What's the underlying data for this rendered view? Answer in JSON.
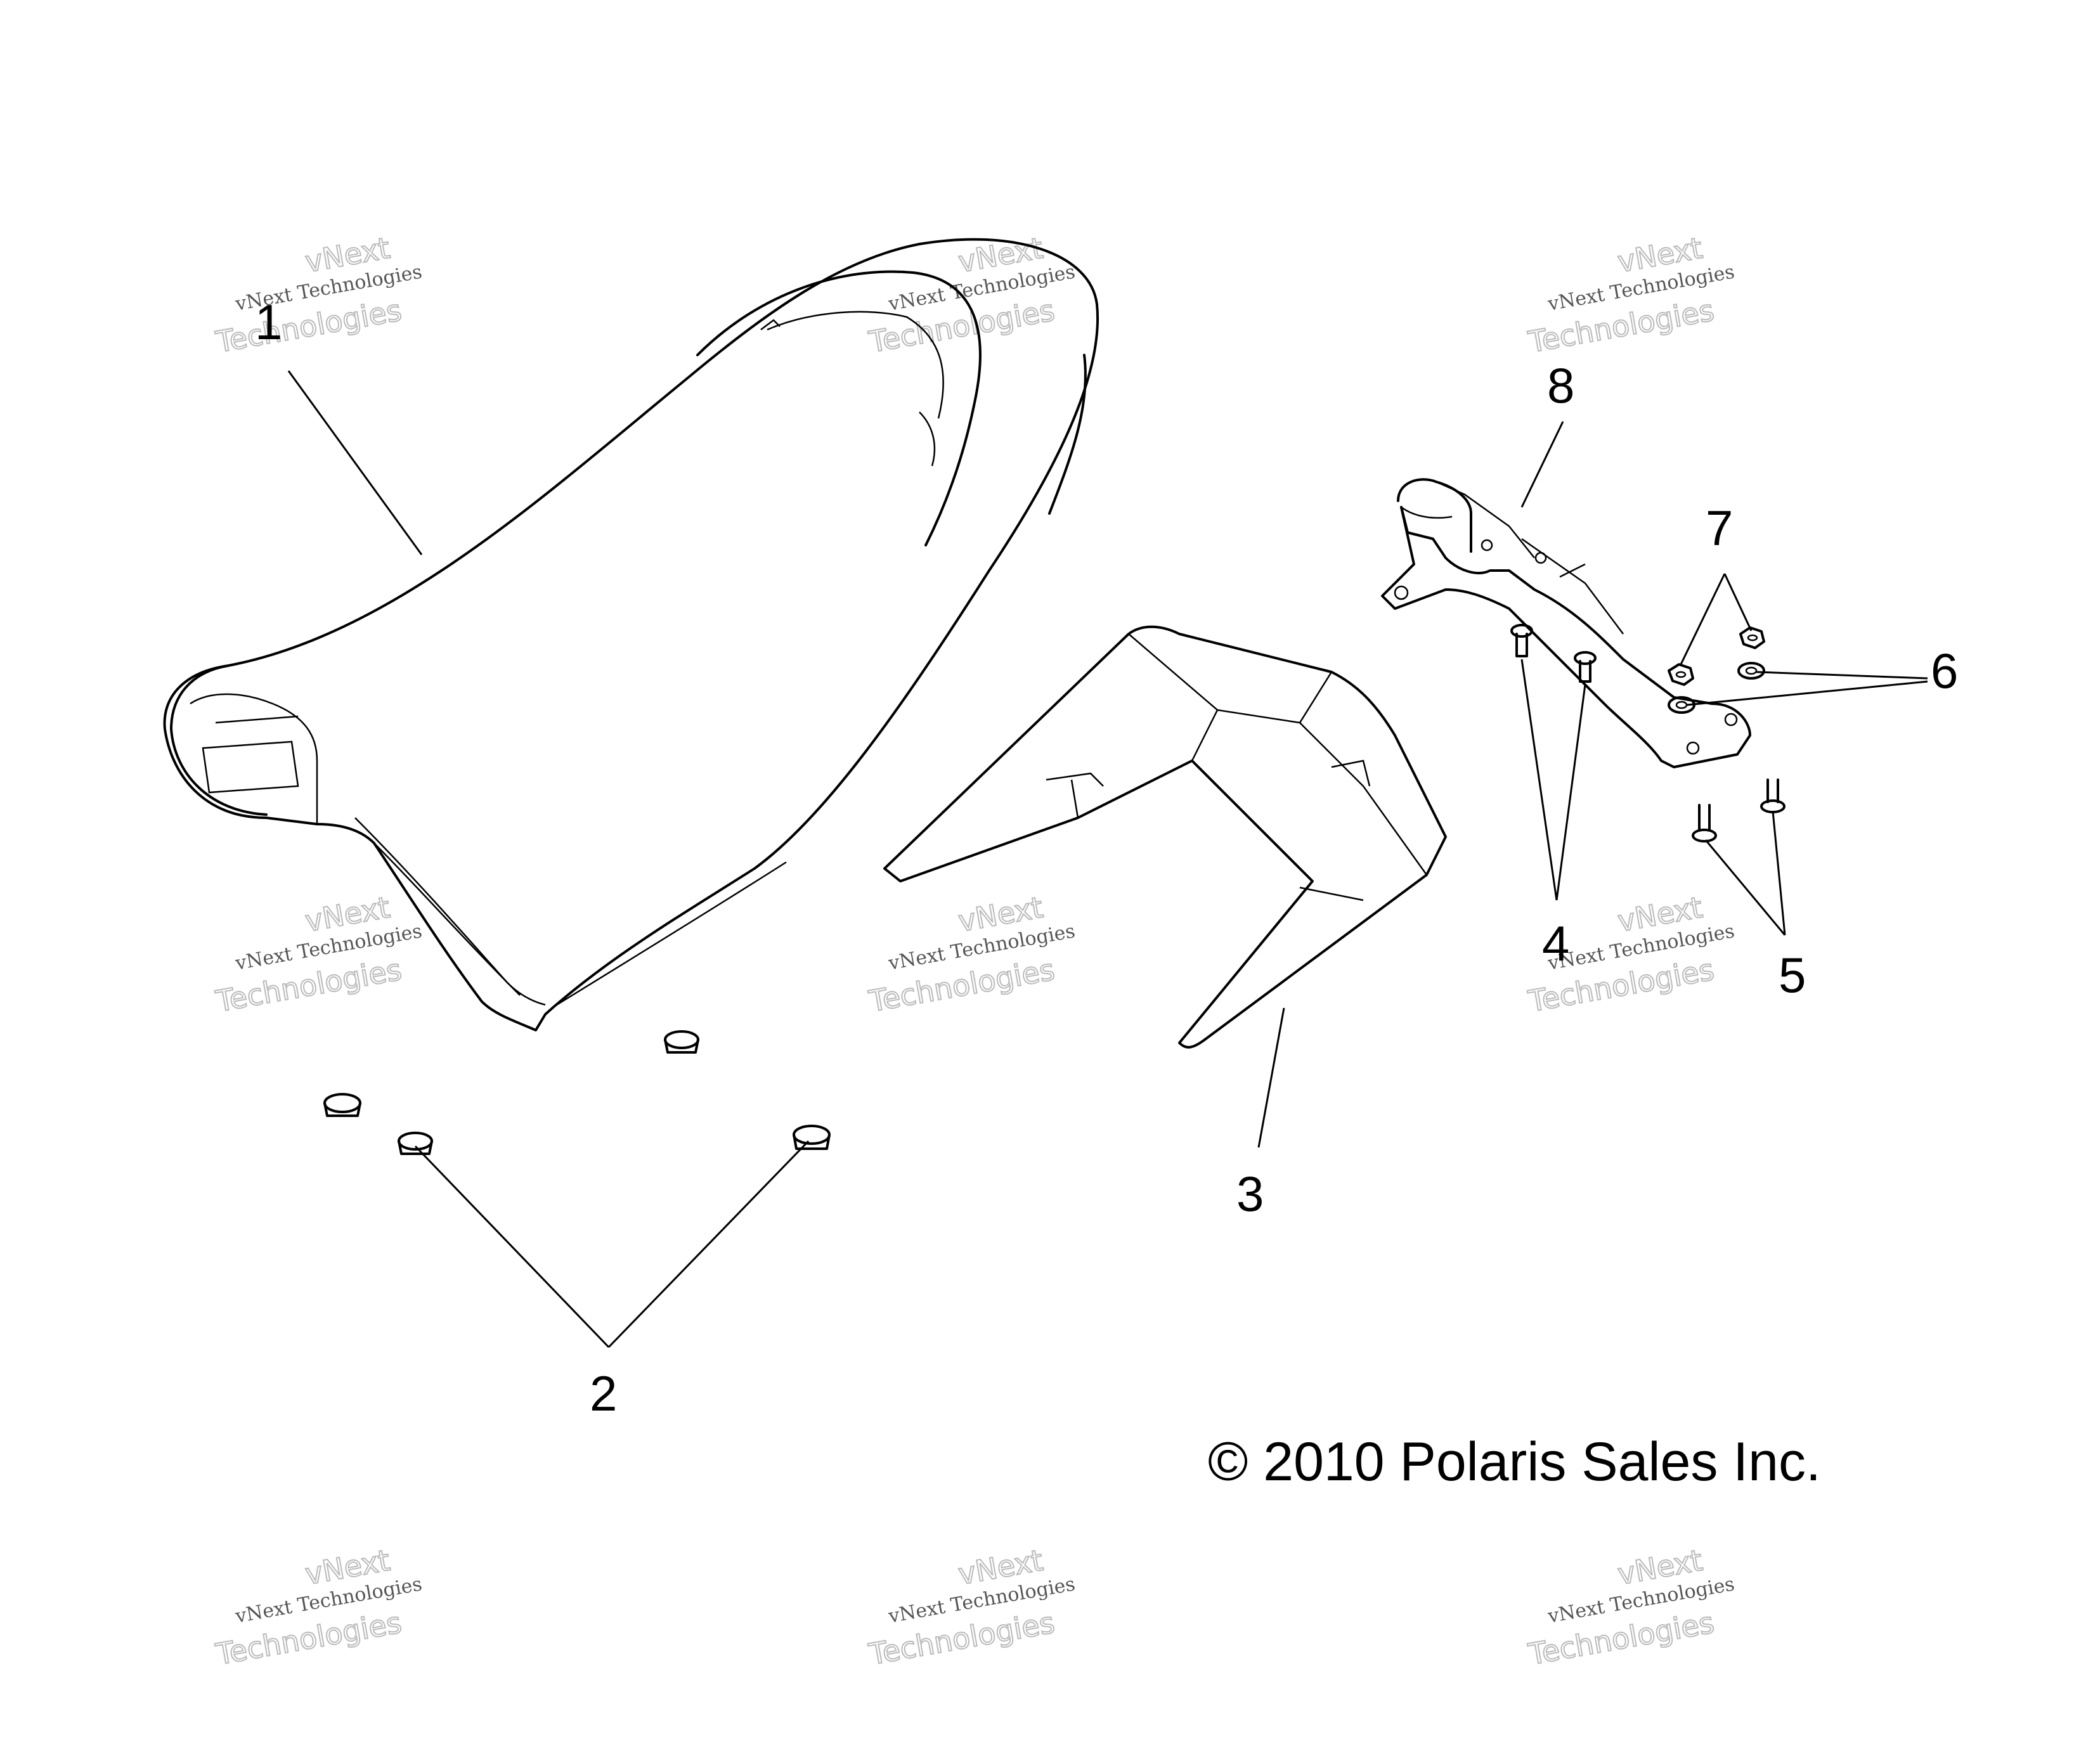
{
  "callouts": {
    "c1": "1",
    "c2": "2",
    "c3": "3",
    "c4": "4",
    "c5": "5",
    "c6": "6",
    "c7": "7",
    "c8": "8"
  },
  "copyright": "© 2010 Polaris Sales Inc.",
  "watermark": {
    "line1": "vNext Technologies",
    "line2": "vNext",
    "line3": "Technologies"
  },
  "colors": {
    "ink": "#000000",
    "background": "#ffffff",
    "watermark": "#bbbbbb"
  }
}
